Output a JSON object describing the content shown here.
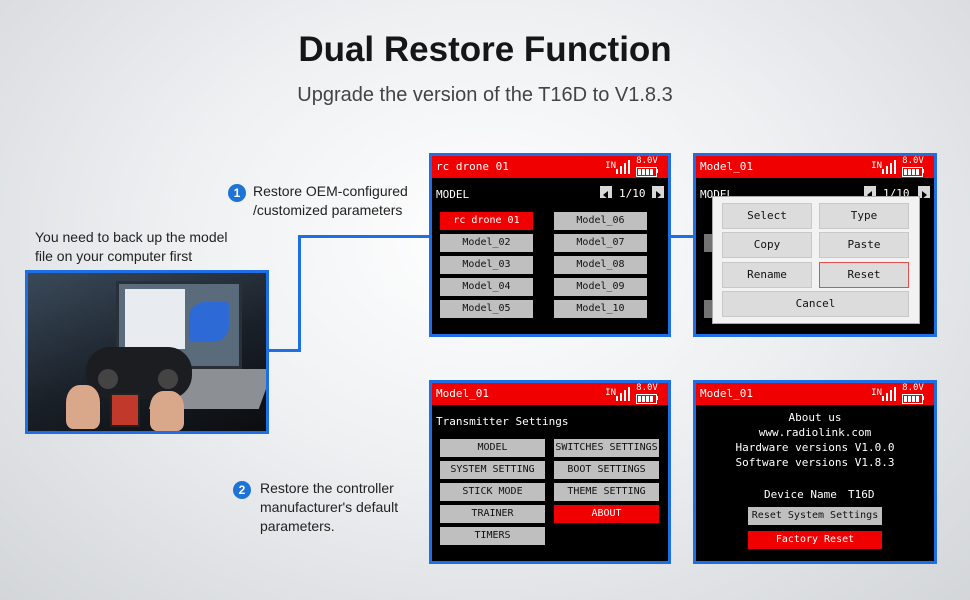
{
  "title": "Dual Restore Function",
  "subtitle": "Upgrade the version of the T16D to V1.8.3",
  "backup_note": [
    "You need to back up the model",
    "file on your computer first"
  ],
  "step1": {
    "number": "1",
    "lines": [
      "Restore OEM-configured",
      "/customized parameters"
    ]
  },
  "step2": {
    "number": "2",
    "lines": [
      "Restore the controller",
      "manufacturer's default",
      "parameters."
    ]
  },
  "status": {
    "signal_label": "IN",
    "voltage": "8.0V"
  },
  "screen1": {
    "header": "rc drone 01",
    "label": "MODEL",
    "page": "1/10",
    "models": [
      "rc drone 01",
      "Model_02",
      "Model_03",
      "Model_04",
      "Model_05",
      "Model_06",
      "Model_07",
      "Model_08",
      "Model_09",
      "Model_10"
    ]
  },
  "screen2": {
    "header": "Model_01",
    "label": "MODEL",
    "page": "1/10",
    "menu": [
      "Select",
      "Type",
      "Copy",
      "Paste",
      "Rename",
      "Reset",
      "Cancel"
    ]
  },
  "screen3": {
    "header": "Model_01",
    "label": "Transmitter Settings",
    "items": [
      "MODEL",
      "SWITCHES SETTINGS",
      "SYSTEM SETTING",
      "BOOT SETTINGS",
      "STICK MODE",
      "THEME SETTING",
      "TRAINER",
      "ABOUT",
      "TIMERS"
    ]
  },
  "screen4": {
    "header": "Model_01",
    "about_lines": [
      "About us",
      "www.radiolink.com",
      "Hardware versions V1.0.0",
      "Software versions V1.8.3"
    ],
    "device_label": "Device Name",
    "device_name": "T16D",
    "reset_system": "Reset System Settings",
    "factory_reset": "Factory Reset"
  },
  "colors": {
    "accent_blue": "#1e6fe6",
    "header_red": "#f00000",
    "button_gray": "#bfbfbf"
  }
}
